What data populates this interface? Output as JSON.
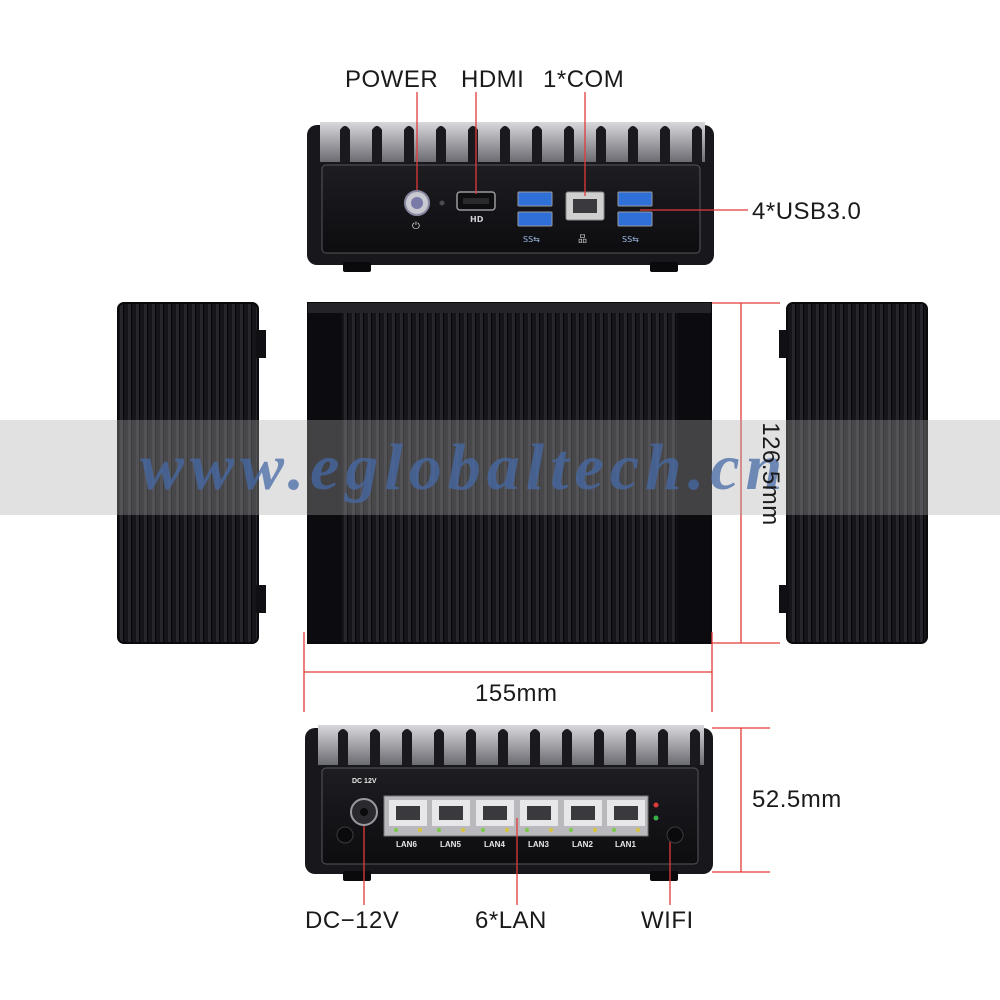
{
  "labels": {
    "power": "POWER",
    "hdmi": "HDMI",
    "com": "1*COM",
    "usb": "4*USB3.0",
    "height": "126.5mm",
    "width": "155mm",
    "depth": "52.5mm",
    "dc": "DC−12V",
    "lan": "6*LAN",
    "wifi": "WIFI"
  },
  "watermark": "www.eglobaltech.cn",
  "back_panel": {
    "dc_label": "DC 12V",
    "lan_ports": [
      "LAN6",
      "LAN5",
      "LAN4",
      "LAN3",
      "LAN2",
      "LAN1"
    ]
  },
  "colors": {
    "chassis": "#16161a",
    "dimension_line": "#e23a3a",
    "usb_port": "#2f6fd8",
    "watermark": "#4669a5"
  }
}
